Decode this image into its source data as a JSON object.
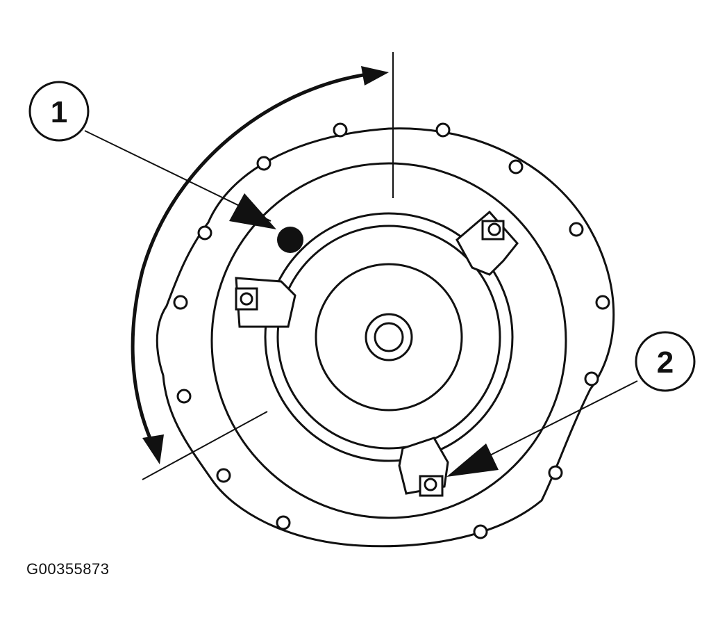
{
  "diagram": {
    "figure_id": "G00355873",
    "callouts": [
      {
        "label": "1"
      },
      {
        "label": "2"
      }
    ],
    "colors": {
      "line": "#111111",
      "background": "#ffffff"
    }
  }
}
